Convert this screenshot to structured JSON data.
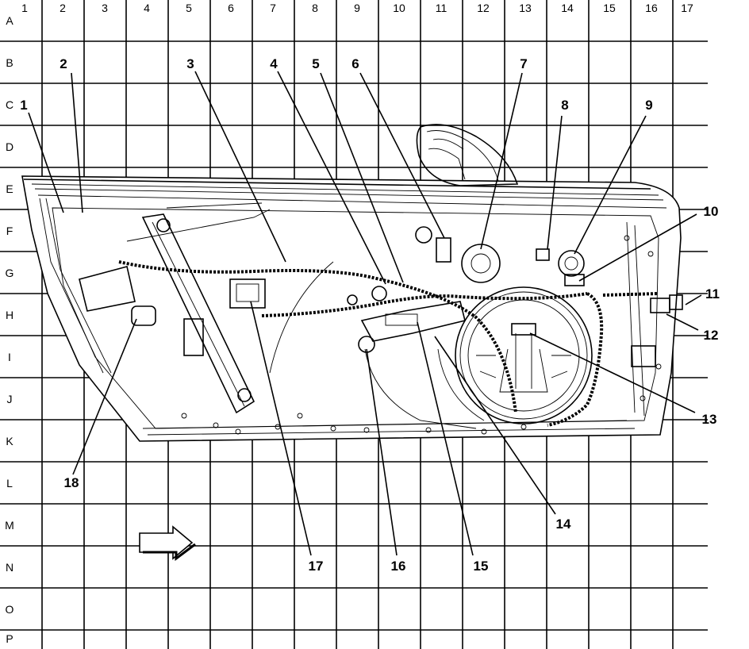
{
  "grid": {
    "columns": [
      "1",
      "2",
      "3",
      "4",
      "5",
      "6",
      "7",
      "8",
      "9",
      "10",
      "11",
      "12",
      "13",
      "14",
      "15",
      "16",
      "17"
    ],
    "rows": [
      "A",
      "B",
      "C",
      "D",
      "E",
      "F",
      "G",
      "H",
      "I",
      "J",
      "K",
      "L",
      "M",
      "N",
      "O",
      "P"
    ]
  },
  "callouts": {
    "c1": "1",
    "c2": "2",
    "c3": "3",
    "c4": "4",
    "c5": "5",
    "c6": "6",
    "c7": "7",
    "c8": "8",
    "c9": "9",
    "c10": "10",
    "c11": "11",
    "c12": "12",
    "c13": "13",
    "c14": "14",
    "c15": "15",
    "c16": "16",
    "c17": "17",
    "c18": "18"
  },
  "icons": {
    "direction": "forward-arrow-icon"
  },
  "colors": {
    "line": "#000000",
    "background": "#ffffff"
  }
}
